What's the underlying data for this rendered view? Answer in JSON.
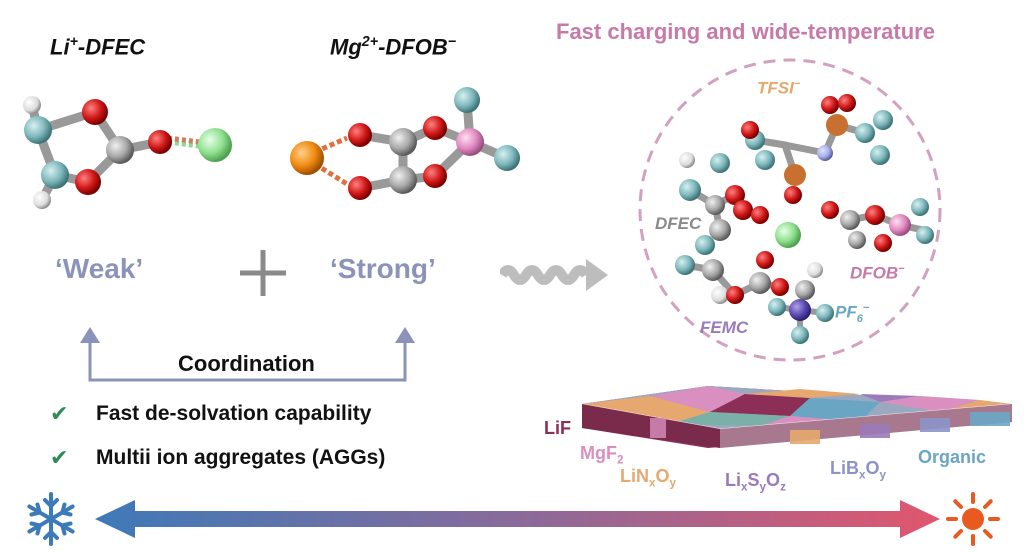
{
  "left": {
    "li_title": {
      "base": "Li",
      "sup": "+",
      "rest": "-DFEC"
    },
    "mg_title": {
      "base": "Mg",
      "sup": "2+",
      "rest": "-DFOB",
      "sup2": "−"
    },
    "weak": "‘Weak’",
    "strong": "‘Strong’",
    "coordination": "Coordination",
    "checks": [
      "Fast de-solvation capability",
      "Multii ion aggregates (AGGs)"
    ]
  },
  "right": {
    "heading": "Fast charging and wide-temperature",
    "labels": {
      "tfsi": {
        "base": "TFSI",
        "sup": "−"
      },
      "dfec": "DFEC",
      "dfob": {
        "base": "DFOB",
        "sup": "−"
      },
      "femc": "FEMC",
      "pf6": {
        "base": "PF",
        "sub": "6",
        "sup": "−"
      }
    },
    "layers": {
      "lif": "LiF",
      "mgf2": {
        "base": "MgF",
        "sub": "2"
      },
      "linoy": {
        "a": "LiN",
        "s1": "x",
        "b": "O",
        "s2": "y"
      },
      "lisyoz": {
        "a": "Li",
        "s1": "x",
        "b": "S",
        "s2": "y",
        "c": "O",
        "s3": "z"
      },
      "libxoy": {
        "a": "LiB",
        "s1": "x",
        "b": "O",
        "s2": "y"
      },
      "organic": "Organic"
    }
  },
  "colors": {
    "arrow_cold": "#3d7ab8",
    "arrow_hot": "#e0566e",
    "heading": "#c77aa8",
    "weak_strong": "#8b93b8",
    "check": "#2e8b57",
    "lif": "#8c2e55",
    "mgf2": "#d98fbf",
    "linoy": "#e6a86e",
    "lisyoz": "#9a7ab8",
    "libxoy": "#8b93c8",
    "organic": "#6aa6c4"
  },
  "icons": {
    "cold": "snowflake-icon",
    "hot": "sun-icon"
  }
}
